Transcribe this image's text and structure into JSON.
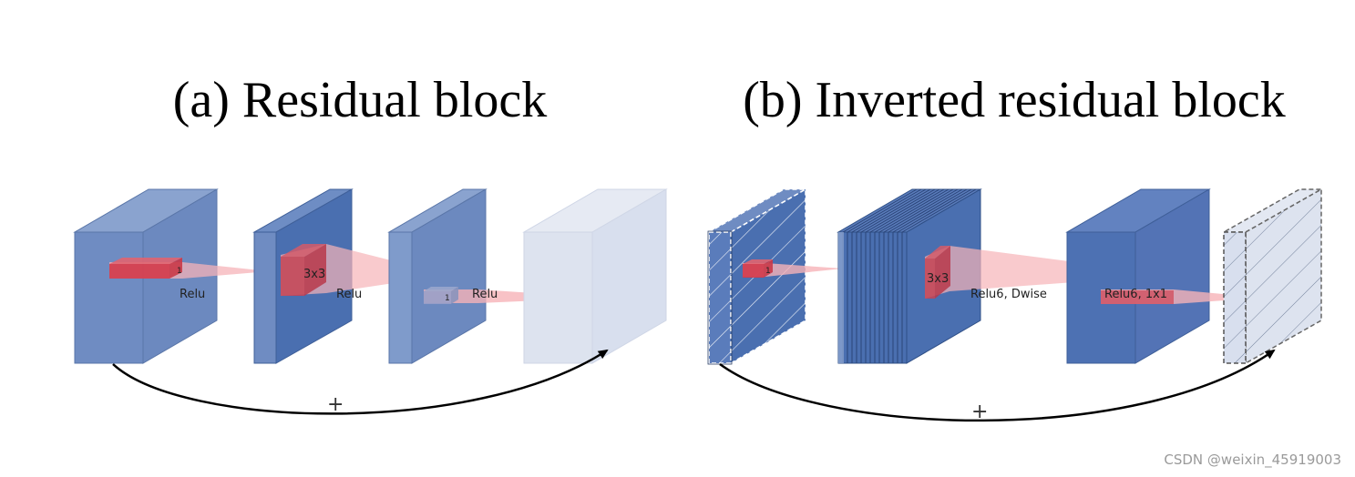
{
  "titles": {
    "a": "(a) Residual block",
    "b": "(b) Inverted residual block"
  },
  "panel_a": {
    "kernel_labels": [
      "1",
      "3x3",
      "1"
    ],
    "activation_labels": [
      "Relu",
      "Relu",
      "Relu"
    ],
    "skip_label": "+"
  },
  "panel_b": {
    "kernel_labels": [
      "1",
      "3x3"
    ],
    "activation_labels": [
      "Relu6, Dwise",
      "Relu6, 1x1"
    ],
    "skip_label": "+"
  },
  "watermark": "CSDN @weixin_45919003",
  "colors": {
    "block_dark": "#4a6fb0",
    "block_light": "#7f9bcb",
    "block_faded": "#dde3ef",
    "kernel_red": "#d33a4a",
    "cone_pink": "#f6b3b8"
  }
}
